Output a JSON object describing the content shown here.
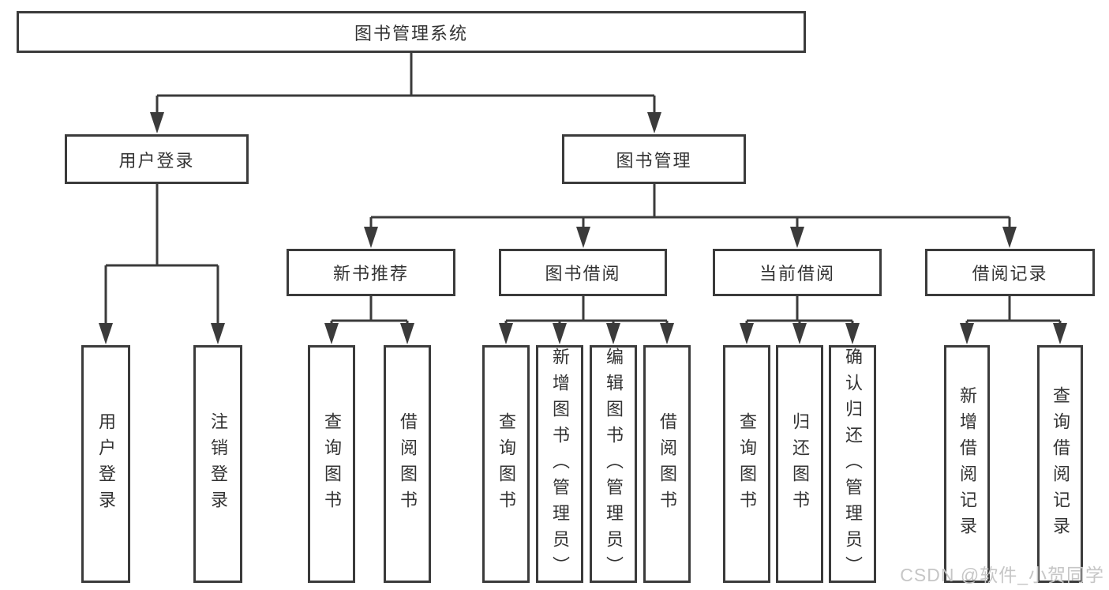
{
  "diagram": {
    "title": "图书管理系统",
    "level2": {
      "user_login": "用户登录",
      "book_mgmt": "图书管理"
    },
    "level3": {
      "new_books": "新书推荐",
      "book_borrow": "图书借阅",
      "current_borrow": "当前借阅",
      "borrow_records": "借阅记录"
    },
    "leaves": {
      "user_login": [
        "用户登录",
        "注销登录"
      ],
      "new_books": [
        "查询图书",
        "借阅图书"
      ],
      "book_borrow": [
        "查询图书",
        "新增图书（管理员）",
        "编辑图书（管理员）",
        "借阅图书"
      ],
      "current_borrow": [
        "查询图书",
        "归还图书",
        "确认归还（管理员）"
      ],
      "borrow_records": [
        "新增借阅记录",
        "查询借阅记录"
      ]
    }
  },
  "watermark": "CSDN @软件_小贺同学",
  "colors": {
    "line": "#3b3b3b",
    "border": "#3b3b3b",
    "text": "#333333",
    "watermark": "#c6c6c6",
    "background": "#ffffff"
  }
}
